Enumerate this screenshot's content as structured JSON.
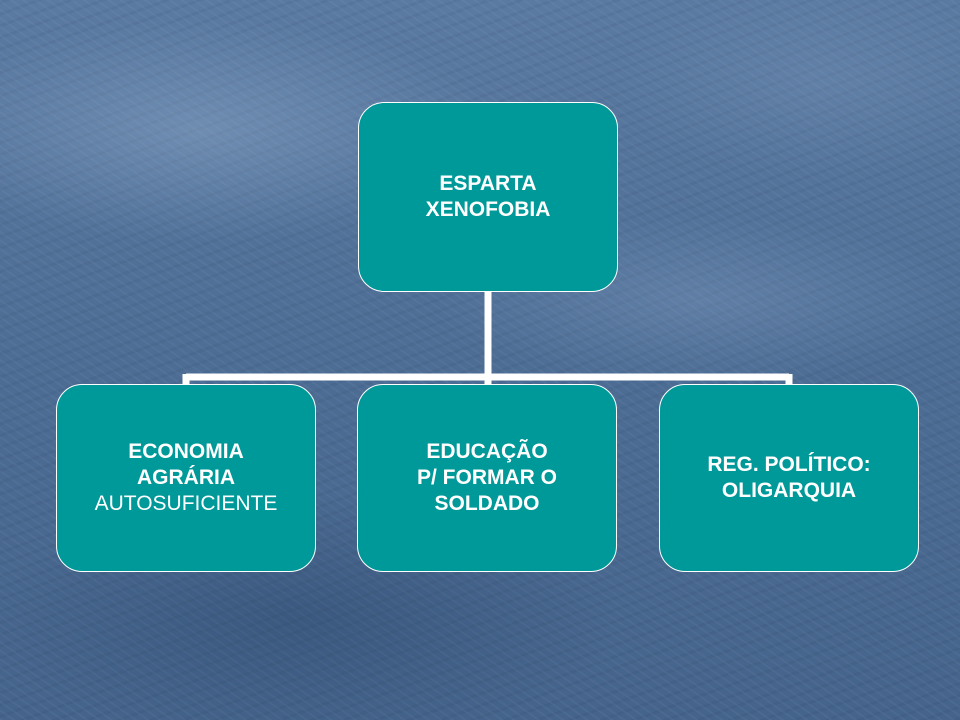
{
  "colors": {
    "node_fill": "#009999",
    "node_text": "#ffffff",
    "connector": "#ffffff",
    "background": "#4f6e96"
  },
  "root": {
    "line1": "ESPARTA",
    "line2": "XENOFOBIA"
  },
  "children": [
    {
      "line1": "ECONOMIA",
      "line2": "AGRÁRIA",
      "line3": "AUTOSUFICIENTE"
    },
    {
      "line1": "EDUCAÇÃO",
      "line2": "P/ FORMAR O",
      "line3": "SOLDADO"
    },
    {
      "line1": "REG. POLÍTICO:",
      "line2": "OLIGARQUIA"
    }
  ]
}
